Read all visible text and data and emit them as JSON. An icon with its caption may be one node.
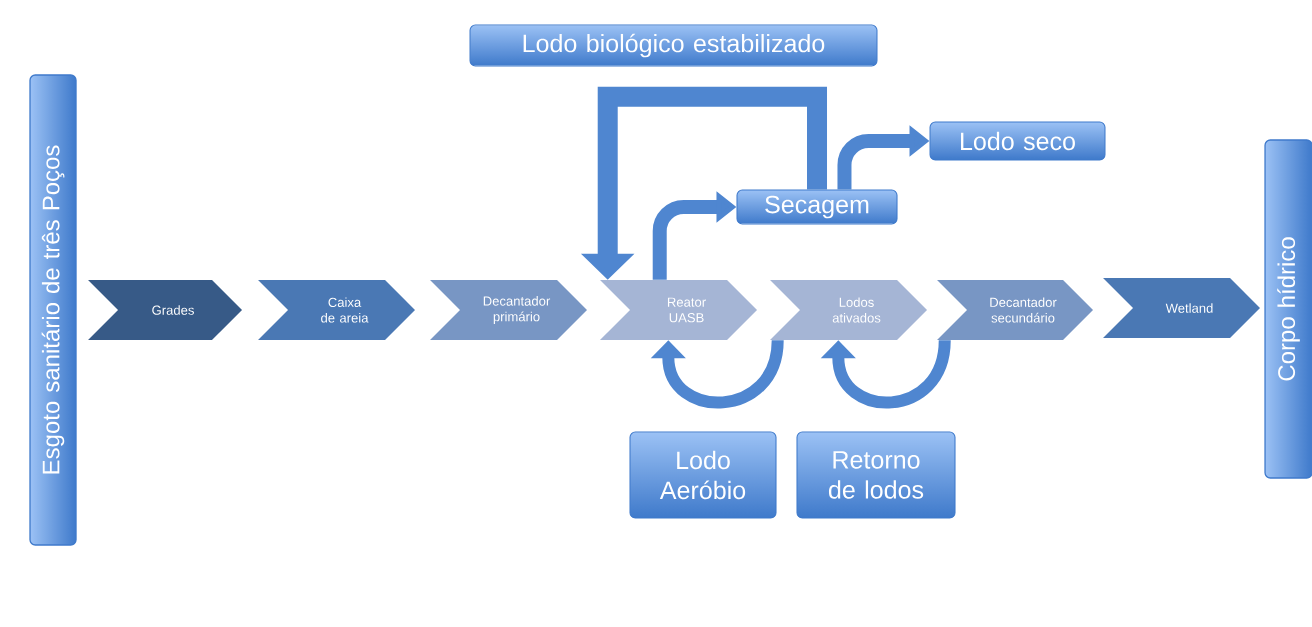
{
  "diagram": {
    "nodes": [
      {
        "text": [
          "Esgoto sanitário de três Poços"
        ]
      },
      {
        "text": [
          "Grades"
        ]
      },
      {
        "text": [
          "Caixa de areia"
        ]
      },
      {
        "text": [
          "Decantador primário"
        ]
      },
      {
        "text": [
          "Reator UASB"
        ]
      },
      {
        "text": [
          "Lodos ativados"
        ]
      },
      {
        "text": [
          "Decantador secundário"
        ]
      },
      {
        "text": [
          "Wetland"
        ]
      },
      {
        "text": [
          "Corpo hídrico"
        ]
      },
      {
        "text": [
          "Lodo biológico estabilizado"
        ]
      },
      {
        "text": [
          "Secagem"
        ]
      },
      {
        "text": [
          "Lodo seco"
        ]
      },
      {
        "text": [
          "Lodo Aeróbio"
        ]
      },
      {
        "text": [
          "Retorno de lodos"
        ]
      }
    ],
    "edges": [
      {
        "from": 4,
        "to": 10,
        "arrow": "to"
      },
      {
        "from": 10,
        "to": 11,
        "arrow": "to"
      },
      {
        "from": 10,
        "to": 4,
        "arrow": "to"
      },
      {
        "from": 5,
        "to": 4,
        "arrow": "to"
      },
      {
        "from": 6,
        "to": 5,
        "arrow": "to"
      }
    ]
  }
}
